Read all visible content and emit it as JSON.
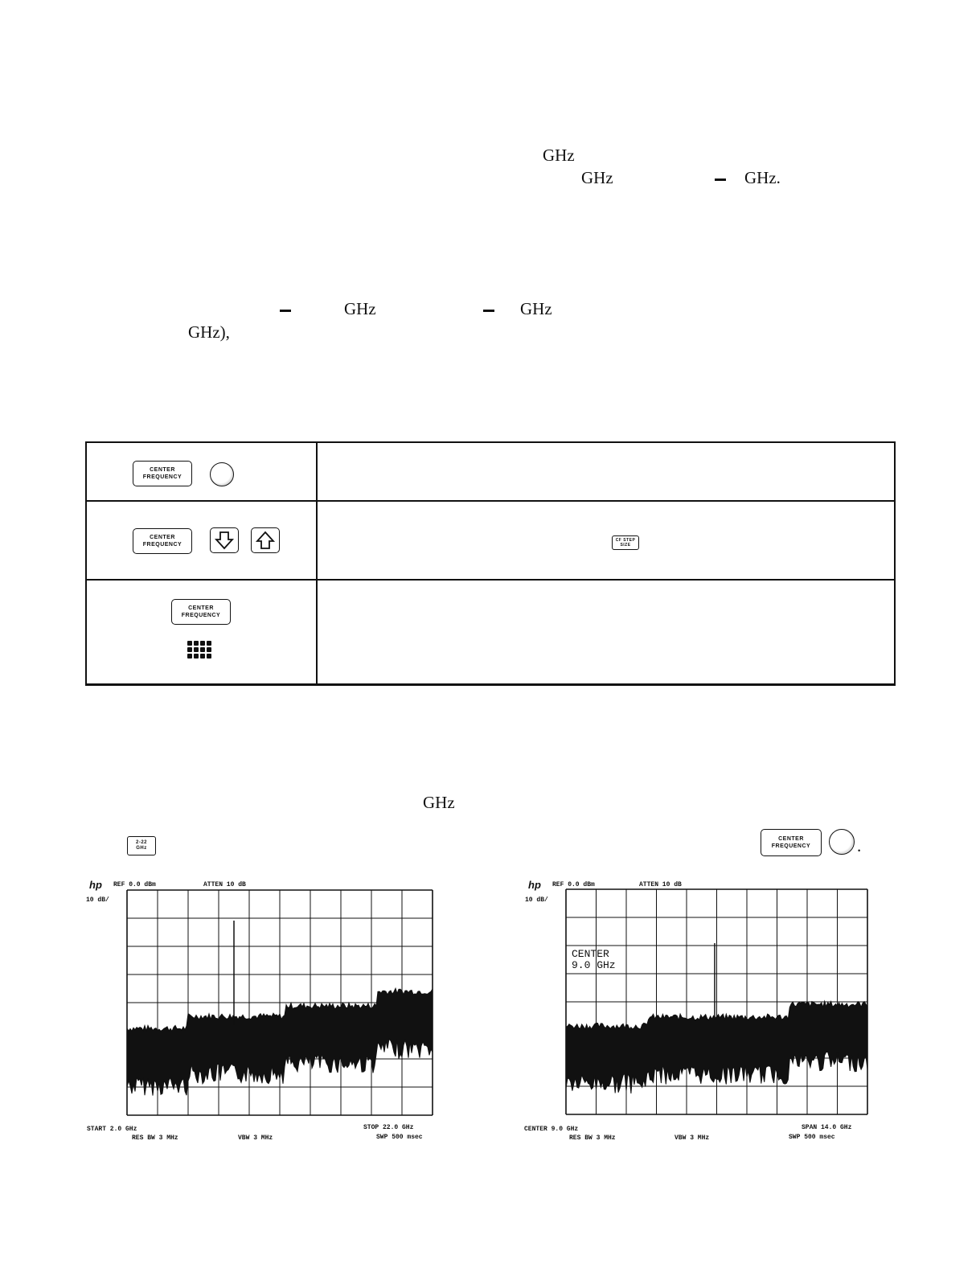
{
  "text_fragments": {
    "ghz_1": "GHz",
    "ghz_2": "GHz",
    "ghz_3": "GHz.",
    "ghz_4": "GHz",
    "ghz_5": "GHz",
    "ghz_paren": "GHz),",
    "ghz_6": "GHz"
  },
  "keys": {
    "center_frequency": [
      "CENTER",
      "FREQUENCY"
    ],
    "cf_step_size": [
      "CF STEP",
      "SIZE"
    ],
    "band_2_22": [
      "2-22",
      "GHz"
    ]
  },
  "plots": [
    {
      "hp_logo": "hp",
      "ref": "REF  0.0 dBm",
      "atten": "ATTEN 10 dB",
      "scale": "10 dB/",
      "bottom_left": "START 2.0 GHz",
      "bottom_right": "STOP 22.0 GHz",
      "res_bw": "RES BW 3 MHz",
      "vbw": "VBW 3 MHz",
      "swp": "SWP 500 msec"
    },
    {
      "hp_logo": "hp",
      "ref": "REF  0.0 dBm",
      "atten": "ATTEN 10 dB",
      "scale": "10 dB/",
      "bottom_left": "CENTER 9.0 GHz",
      "bottom_right": "SPAN 14.0 GHz",
      "res_bw": "RES BW 3 MHz",
      "vbw": "VBW 3 MHz",
      "swp": "SWP 500 msec",
      "annotation_line1": "CENTER",
      "annotation_line2": "9.0 GHz"
    }
  ],
  "period_after_knob": "."
}
